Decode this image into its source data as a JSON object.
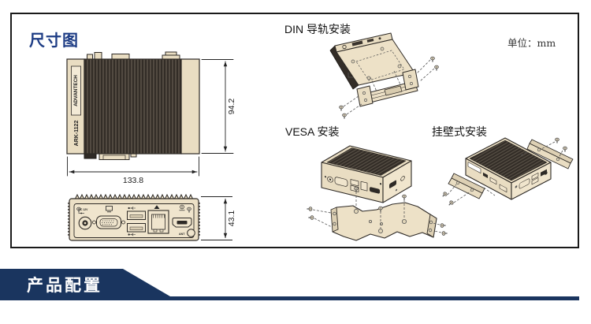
{
  "card": {
    "title": "尺寸图",
    "unit_label": "单位：mm"
  },
  "device": {
    "brand": "ADVANTECH",
    "model": "ARK-1122",
    "power_label": "DC 12V",
    "antenna_label": "ANT"
  },
  "dimensions": {
    "width_mm": "133.8",
    "height_mm": "94.2",
    "depth_mm": "43.1"
  },
  "mounting": {
    "din_label": "DIN 导轨安装",
    "vesa_label": "VESA 安装",
    "wall_label": "挂壁式安装"
  },
  "banner": {
    "title": "产品配置"
  },
  "colors": {
    "title_blue": "#1e3d85",
    "banner_navy": "#1a355f",
    "device_beige": "#ece0c6",
    "device_dark": "#332d27"
  }
}
